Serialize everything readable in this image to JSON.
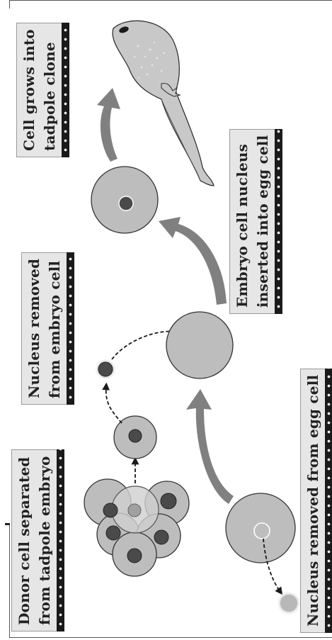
{
  "labels": {
    "donor": [
      "Donor cell separated",
      "from tadpole embryo"
    ],
    "nucleus_embryo": [
      "Nucleus removed",
      "from embryo cell"
    ],
    "nucleus_egg": "Nucleus removed from egg cell",
    "inserted": [
      "Embryo cell nucleus",
      "inserted into egg cell"
    ],
    "grows": [
      "Cell grows into",
      "tadpole clone"
    ]
  },
  "colors": {
    "cell_fill": "#bdbdbd",
    "cell_stroke": "#333333",
    "nucleus_dark": "#4a4a4a",
    "nucleus_light": "#b5b5b5",
    "arrow": "#808080",
    "label_bg": "#e6e6e6",
    "strip": "#1a1a1a"
  }
}
